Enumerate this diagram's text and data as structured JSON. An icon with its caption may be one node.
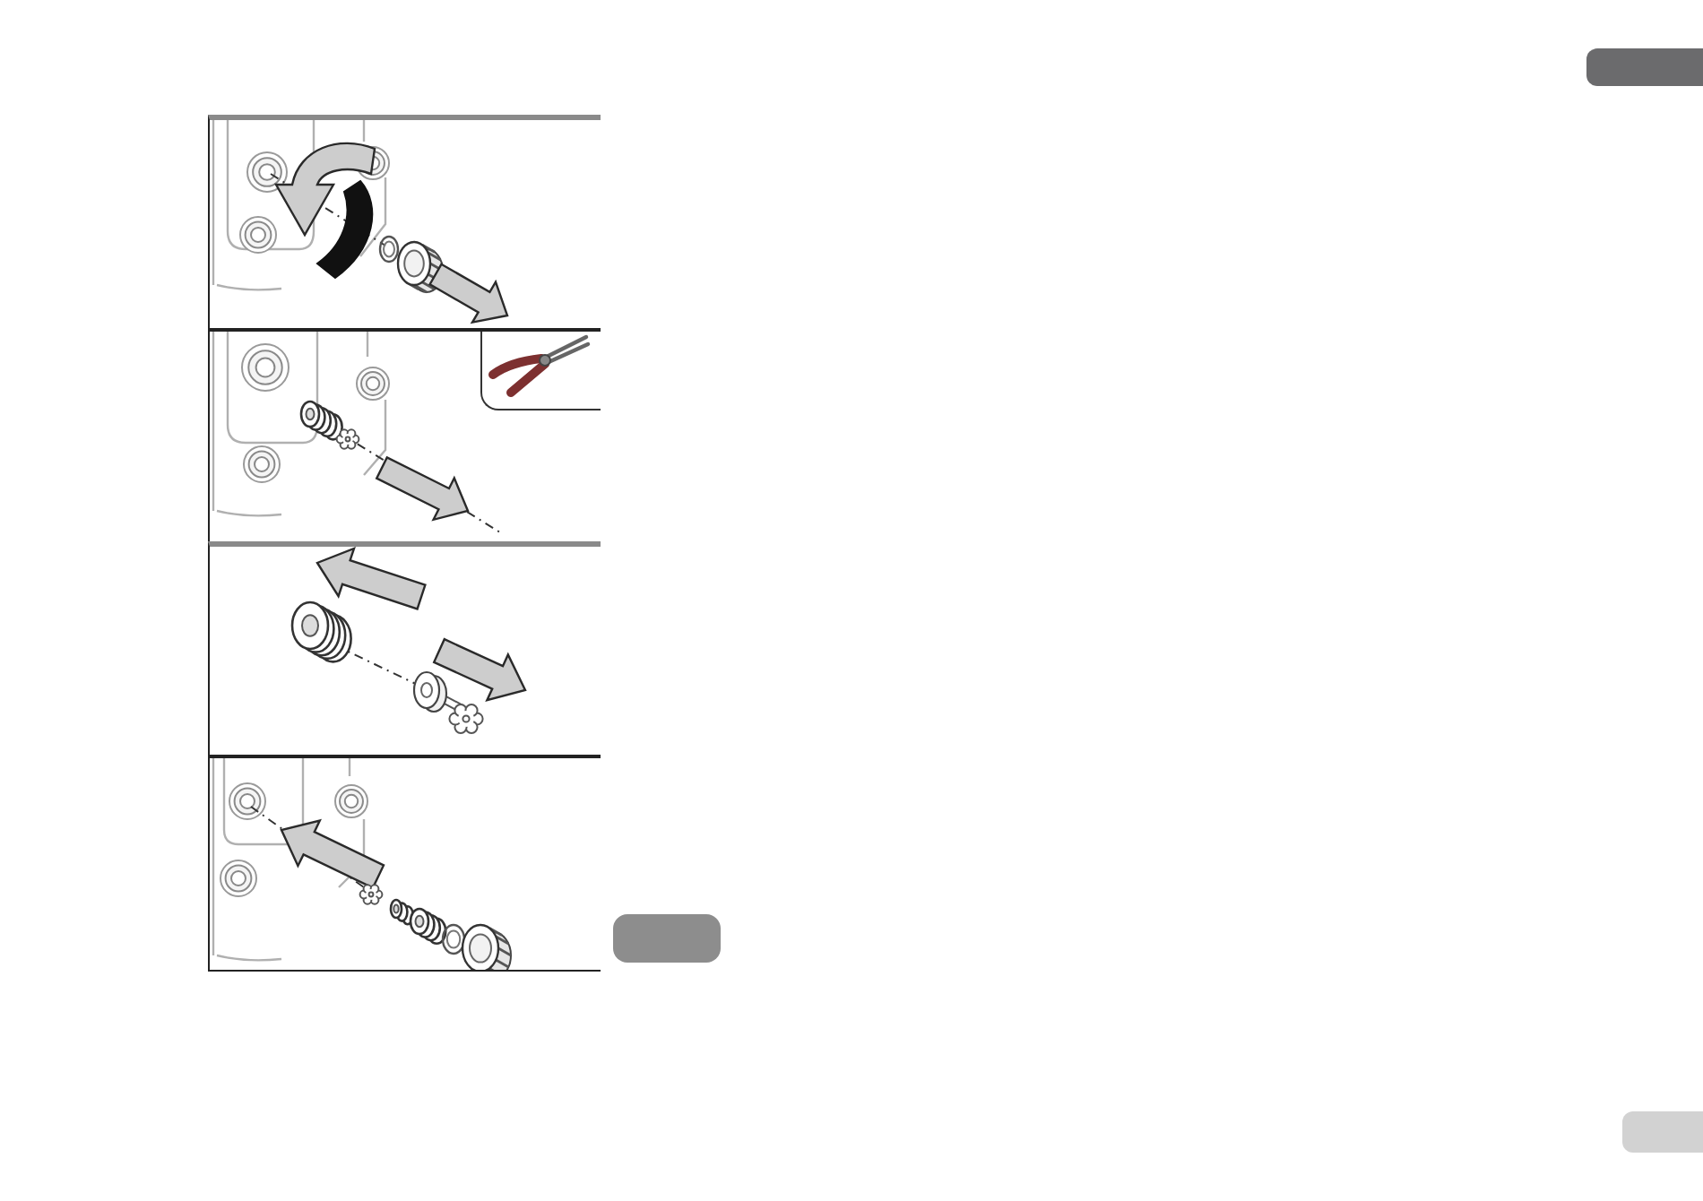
{
  "diagram": {
    "nodes": [
      {
        "text": [],
        "shape": "picture"
      },
      {
        "text": [],
        "shape": "picture"
      },
      {
        "text": [],
        "shape": "picture",
        "in": 1
      },
      {
        "text": [],
        "shape": "picture"
      },
      {
        "text": [],
        "shape": "picture"
      }
    ]
  }
}
